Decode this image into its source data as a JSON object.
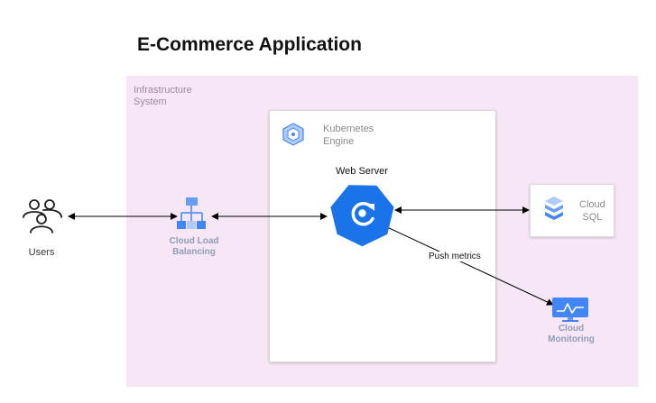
{
  "diagram": {
    "title": "E-Commerce Application",
    "nodes": {
      "infrastructure": {
        "label_line1": "Infrastructure",
        "label_line2": "System"
      },
      "kubernetes": {
        "label_line1": "Kubernetes",
        "label_line2": "Engine",
        "icon": "kubernetes-engine-icon"
      },
      "users": {
        "label": "Users",
        "icon": "users-icon"
      },
      "load_balancer": {
        "label_line1": "Cloud Load",
        "label_line2": "Balancing",
        "icon": "cloud-load-balancing-icon"
      },
      "web_server": {
        "label": "Web Server",
        "icon": "web-server-icon"
      },
      "cloud_sql": {
        "label_line1": "Cloud",
        "label_line2": "SQL",
        "icon": "cloud-sql-icon"
      },
      "cloud_monitoring": {
        "label_line1": "Cloud",
        "label_line2": "Monitoring",
        "icon": "cloud-monitoring-icon"
      }
    },
    "edges": [
      {
        "from": "users",
        "to": "load_balancer",
        "bidirectional": true,
        "label": ""
      },
      {
        "from": "load_balancer",
        "to": "web_server",
        "bidirectional": true,
        "label": ""
      },
      {
        "from": "web_server",
        "to": "cloud_sql",
        "bidirectional": true,
        "label": ""
      },
      {
        "from": "web_server",
        "to": "cloud_monitoring",
        "bidirectional": false,
        "label": "Push metrics"
      }
    ],
    "colors": {
      "infrastructure_bg": "#f6e6f6",
      "gcp_blue": "#4285f4",
      "web_server_blue": "#1a73e8",
      "muted_label": "#8f9db7"
    }
  }
}
